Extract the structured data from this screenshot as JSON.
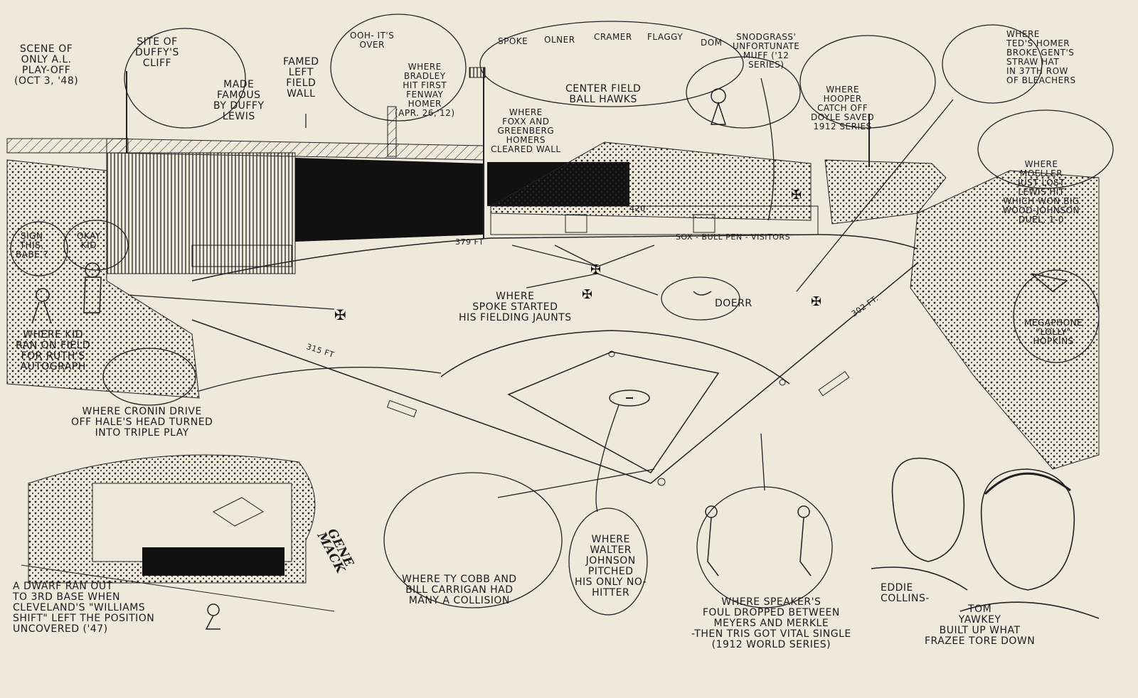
{
  "labels": {
    "playoff": "SCENE OF\nONLY A.L.\nPLAY-OFF\n(OCT 3, '48)",
    "duffys_cliff": "SITE OF\nDUFFY'S\nCLIFF",
    "duffy_lewis": "MADE\nFAMOUS\nBY DUFFY\nLEWIS",
    "left_field_wall": "FAMED\nLEFT\nFIELD\nWALL",
    "ooh": "OOH- IT'S\nOVER",
    "bradley": "WHERE\nBRADLEY\nHIT FIRST\nFENWAY\nHOMER\n(APR. 26,'12)",
    "foxx": "WHERE\nFOXX AND\nGREENBERG\nHOMERS\nCLEARED WALL",
    "hawk_names": [
      "SPOKE",
      "OLNER",
      "CRAMER",
      "FLAGGY",
      "DOM"
    ],
    "center_field": "CENTER FIELD\nBALL HAWKS",
    "snodgrass": "SNODGRASS'\nUNFORTUNATE\nMUFF ('12\nSERIES)",
    "hooper": "WHERE\nHOOPER\nCATCH OFF\nDOYLE SAVED\n1912 SERIES",
    "teds_homer": "WHERE\nTED'S HOMER\nBROKE GENT'S\nSTRAW HAT\nIN 37TH ROW\nOF BLEACHERS",
    "moeller": "WHERE\nMOELLER\nJUST LOST\nLEWIS HIT\nWHICH WON BIG\nWOOD-JOHNSON\nDUEL, 1-0",
    "sign_this": "SIGN\nTHIS,\nBABE ?",
    "okay_kid": "OKAY\nKID",
    "kid_ran": "WHERE KID\nRAN ON FIELD\nFOR RUTH'S\nAUTOGRAPH",
    "spoke_jaunts": "WHERE\nSPOKE STARTED\nHIS FIELDING JAUNTS",
    "doerr": "DOERR",
    "bullpen": "SOX  -  BULL PEN  -  VISITORS",
    "megaphone": "MEGAPHONE\n\"LOLLY\"\nHOPKINS",
    "cronin": "WHERE CRONIN DRIVE\nOFF HALE'S HEAD TURNED\nINTO TRIPLE PLAY",
    "dwarf": "A DWARF RAN OUT\nTO 3RD BASE WHEN\nCLEVELAND'S \"WILLIAMS\nSHIFT\" LEFT THE POSITION\nUNCOVERED ('47)",
    "cobb": "WHERE TY COBB AND\nBILL CARRIGAN HAD\nMANY A COLLISION",
    "walter_johnson": "WHERE\nWALTER\nJOHNSON\nPITCHED\nHIS ONLY NO-\nHITTER",
    "speaker": "WHERE SPEAKER'S\nFOUL DROPPED BETWEEN\nMEYERS AND MERKLE\n-THEN TRIS GOT VITAL SINGLE\n(1912 WORLD SERIES)",
    "eddie": "EDDIE\nCOLLINS-",
    "yawkey": "TOM\nYAWKEY\nBUILT UP WHAT\nFRAZEE TORE DOWN",
    "signature": "GENE\nMACK"
  },
  "distances": {
    "lf": "379 FT",
    "cf": "420",
    "rf": "302 FT.",
    "lf_line": "315 FT"
  }
}
